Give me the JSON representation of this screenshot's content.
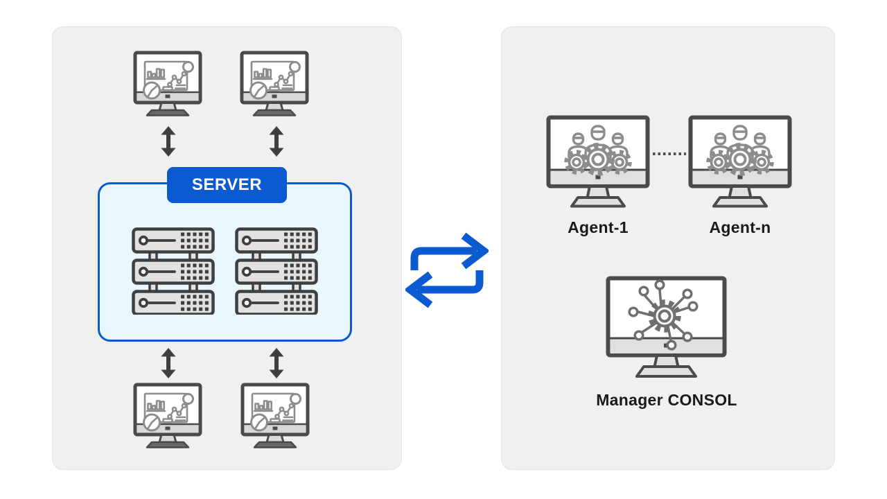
{
  "theme": {
    "accent_blue": "#0b5ad1",
    "server_box_fill": "#e9f6fd",
    "panel_bg": "#f0f0f0",
    "panel_border": "#e4e4e4",
    "icon_dark": "#4a4a4a",
    "rack_dark": "#3f3f3f",
    "icon_gray": "#8c8c8c",
    "manager_gray": "#6f6f6f",
    "strip_light": "#d9d9d9",
    "strip_light2": "#e0e0e0",
    "label_color": "#1a1a1a",
    "arrow_dark": "#3f3f3f",
    "canvas_bg": "#ffffff"
  },
  "server_panel": {
    "badge_label": "SERVER",
    "monitor_icons": [
      "dashboard-monitor",
      "dashboard-monitor",
      "dashboard-monitor",
      "dashboard-monitor"
    ],
    "rack_icons": [
      "server-rack",
      "server-rack"
    ],
    "connector_icons": [
      "bidirectional-arrow",
      "bidirectional-arrow",
      "bidirectional-arrow",
      "bidirectional-arrow"
    ]
  },
  "link": {
    "icon": "sync-arrows"
  },
  "agent_panel": {
    "agents": [
      {
        "label": "Agent-1",
        "icon": "team-gears-monitor"
      },
      {
        "label": "Agent-n",
        "icon": "team-gears-monitor"
      }
    ],
    "connector_icon": "dotted-line",
    "manager": {
      "label": "Manager CONSOL",
      "icon": "network-gear-monitor"
    }
  }
}
